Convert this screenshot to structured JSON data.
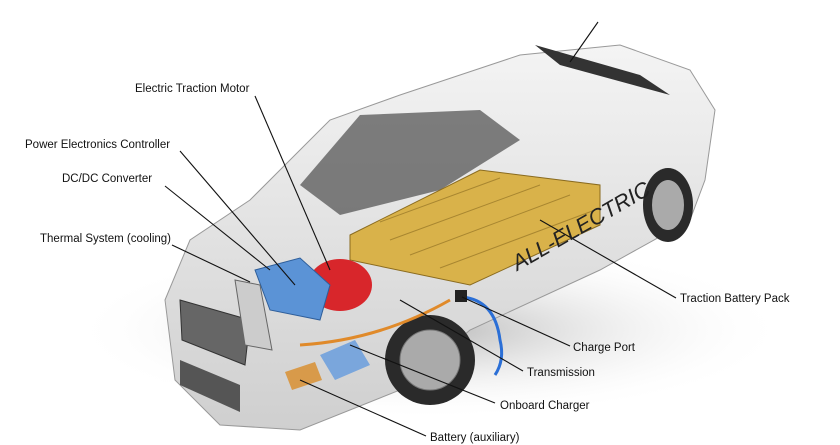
{
  "labels": {
    "motor": "Electric Traction Motor",
    "controller": "Power Electronics Controller",
    "dcdc": "DC/DC Converter",
    "thermal": "Thermal System (cooling)",
    "battery_pack": "Traction Battery Pack",
    "charge_port": "Charge Port",
    "transmission": "Transmission",
    "onboard_charger": "Onboard Charger",
    "aux_battery": "Battery (auxiliary)"
  },
  "car_decal": "ALL-ELECTRIC",
  "colors": {
    "battery": "#d9b24a",
    "motor": "#d8262b",
    "converter": "#5b93d6",
    "cable": "#e08a2a",
    "charge_cable": "#2b6fd6"
  }
}
